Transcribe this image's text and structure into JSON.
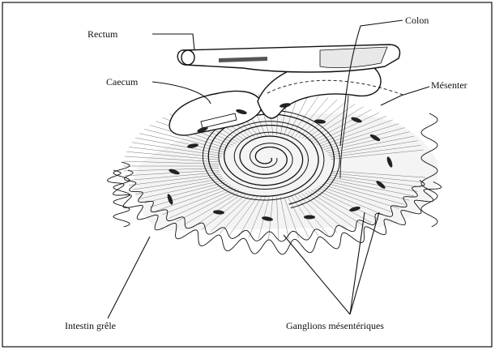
{
  "labels": {
    "rectum": "Rectum",
    "colon": "Colon",
    "caecum": "Caecum",
    "mesenter": "Mésenter",
    "intestin": "Intestin grêle",
    "ganglions": "Ganglions mésentériques"
  }
}
